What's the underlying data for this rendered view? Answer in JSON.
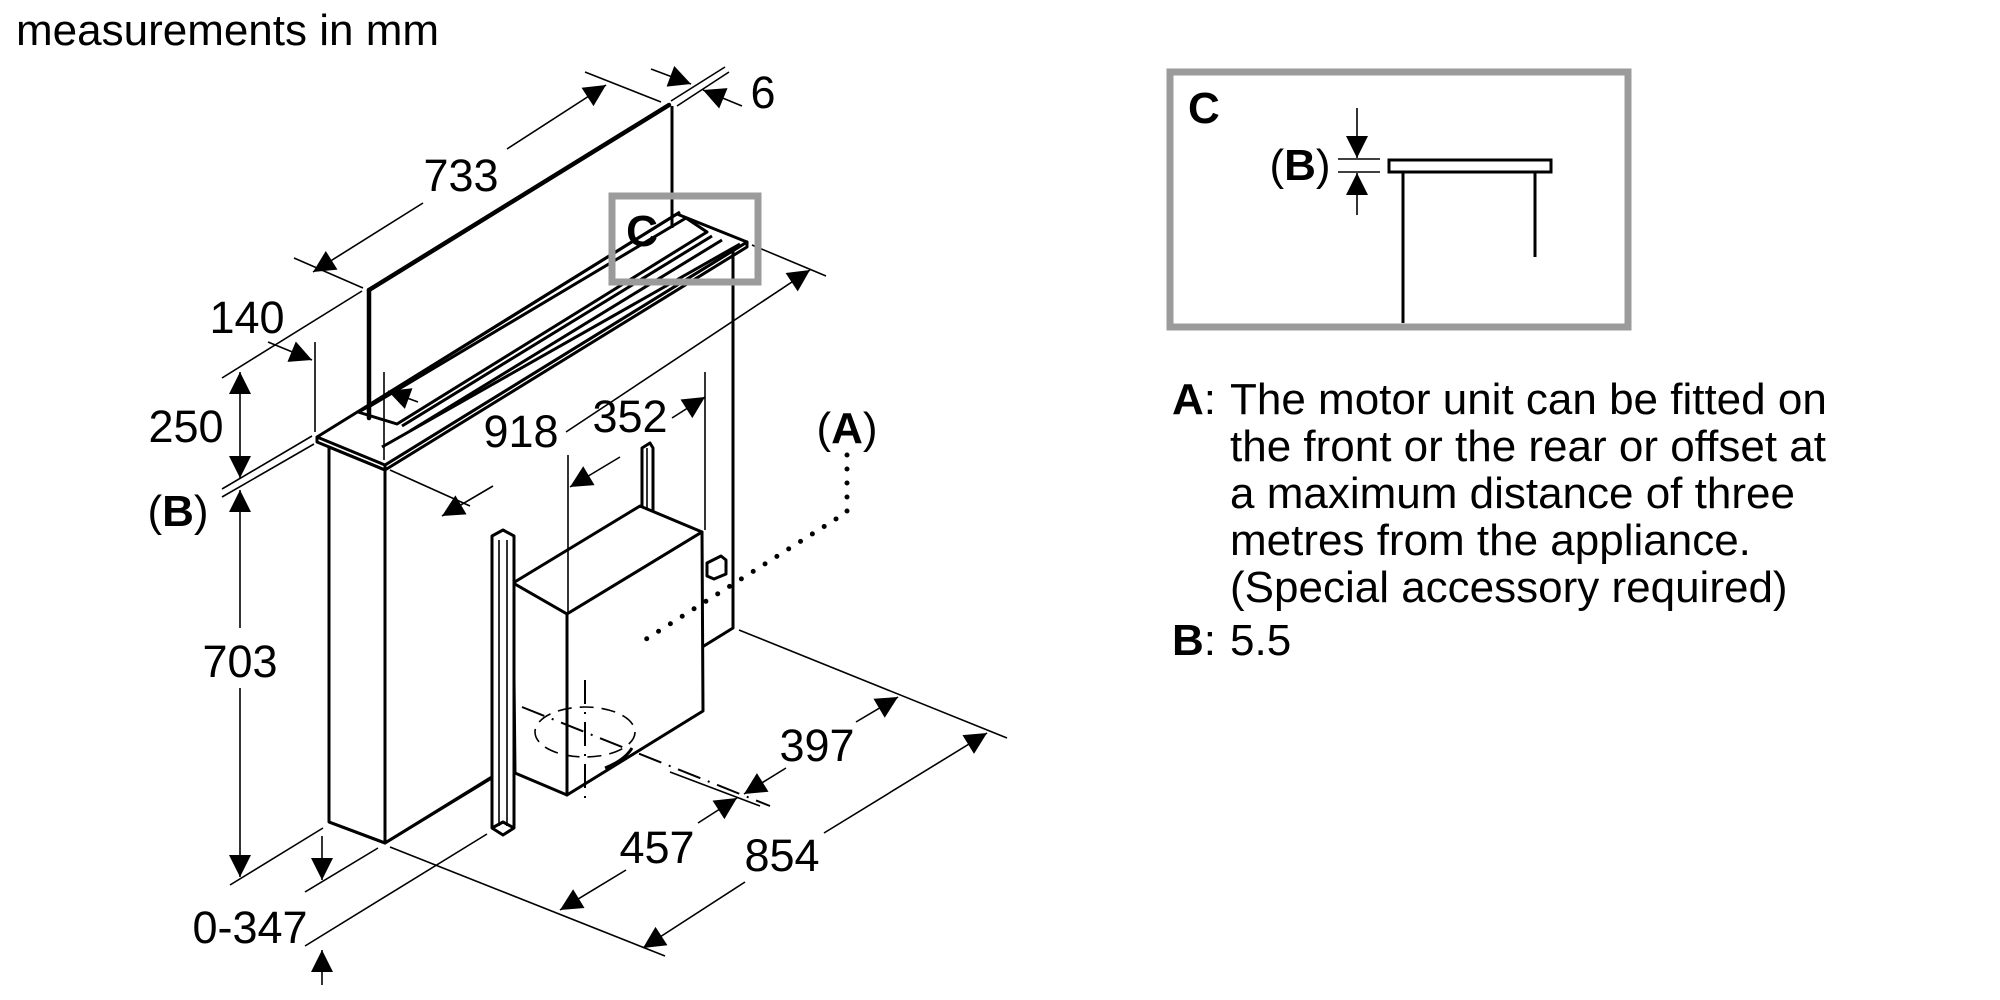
{
  "title": "measurements in mm",
  "dimensions": {
    "panel_width": "733",
    "panel_thickness": "6",
    "panel_depth_offset": "140",
    "panel_height": "250",
    "cutout_gap": "(B)",
    "body_height": "703",
    "body_length": "918",
    "motor_width": "352",
    "motor_offset_rear": "397",
    "motor_offset_front": "457",
    "overall_depth": "854",
    "adjustable_range": "0-347"
  },
  "labels": {
    "detail_callout": "C",
    "motor_unit_marker": "A",
    "paren_open": "(",
    "paren_close": ")"
  },
  "detail_c": {
    "title": "C",
    "gap_label_letter": "B"
  },
  "legend": [
    {
      "key": "A",
      "text": "The motor unit can be fitted on\nthe front or the rear or offset at\na maximum distance of three\nmetres from the appliance.\n(Special accessory required)"
    },
    {
      "key": "B",
      "text": "5.5"
    }
  ],
  "colors": {
    "line": "#000000",
    "frame": "#9b9b9b",
    "background": "#ffffff"
  }
}
